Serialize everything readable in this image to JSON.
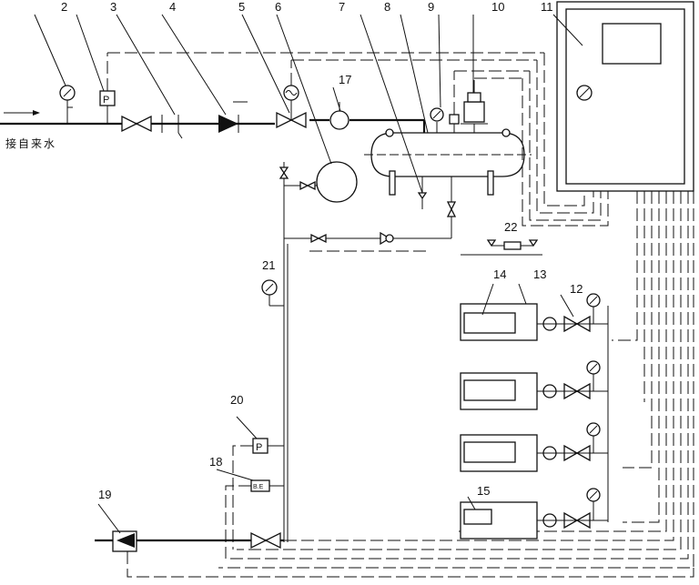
{
  "labels": {
    "l2": "2",
    "l3": "3",
    "l4": "4",
    "l5": "5",
    "l6": "6",
    "l7": "7",
    "l8": "8",
    "l9": "9",
    "l10": "10",
    "l11": "11",
    "l12": "12",
    "l13": "13",
    "l14": "14",
    "l15": "15",
    "l17": "17",
    "l18": "18",
    "l19": "19",
    "l20": "20",
    "l21": "21",
    "l22": "22"
  },
  "symbols": {
    "pressure_switch": "P",
    "level_switch": "B.E"
  },
  "inlet_text": "接自来水",
  "colors": {
    "line": "#111111",
    "background": "#ffffff"
  }
}
